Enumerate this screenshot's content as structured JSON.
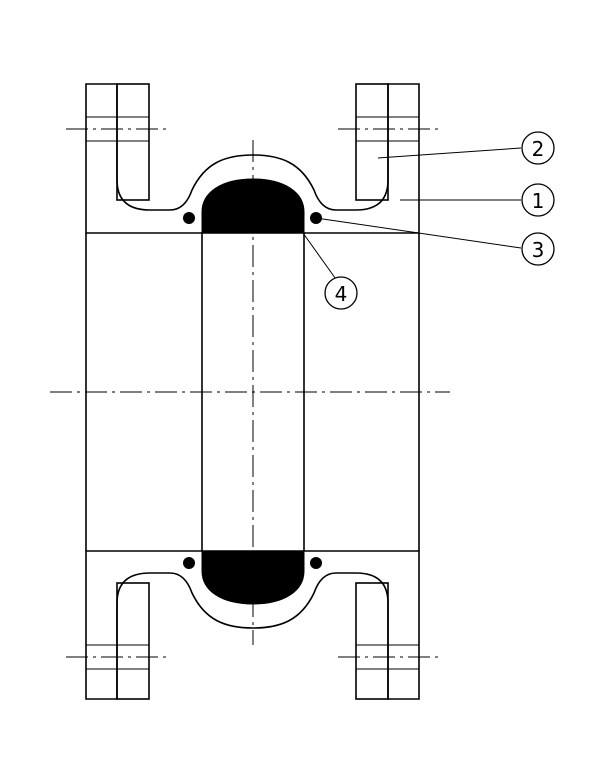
{
  "drawing": {
    "kind": "rubber expansion joint cross-section",
    "colors": {
      "line": "#000000",
      "background": "#ffffff",
      "fill_solid": "#000000"
    },
    "callouts": [
      {
        "id": "c1",
        "label": "1"
      },
      {
        "id": "c2",
        "label": "2"
      },
      {
        "id": "c3",
        "label": "3"
      },
      {
        "id": "c4",
        "label": "4"
      }
    ]
  }
}
